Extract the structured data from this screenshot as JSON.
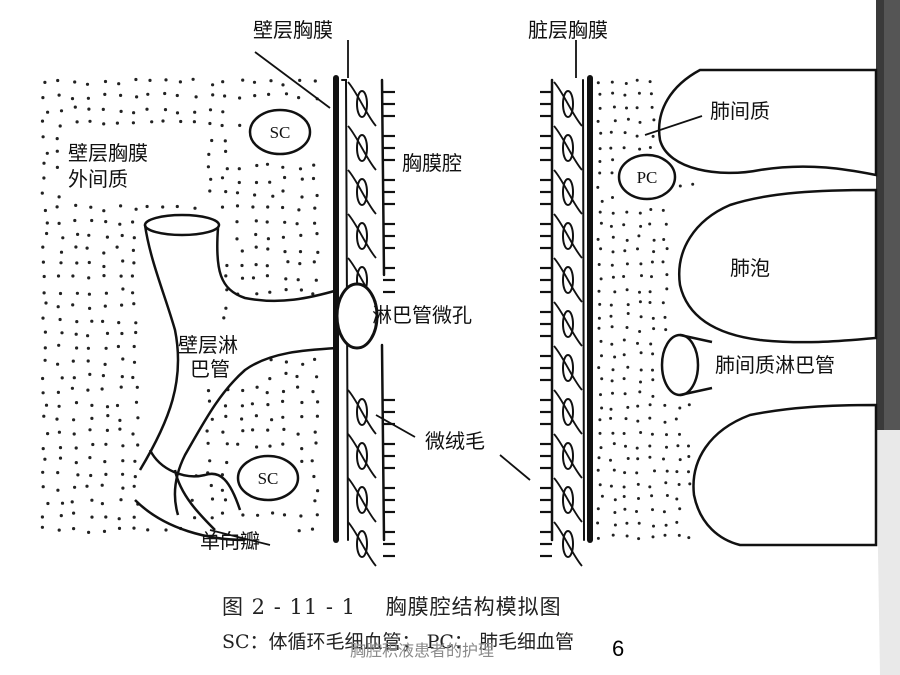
{
  "labels": {
    "parietal_pleura_top": "壁层胸膜",
    "visceral_pleura_top": "脏层胸膜",
    "parietal_interstitium_1": "壁层胸膜",
    "parietal_interstitium_2": "外间质",
    "pleural_cavity": "胸膜腔",
    "lung_interstitium": "肺间质",
    "alveolus": "肺泡",
    "lymph_stoma": "淋巴管微孔",
    "parietal_lymph_1": "壁层淋",
    "parietal_lymph_2": "巴管",
    "interstitial_lymph": "肺间质淋巴管",
    "microvilli": "微绒毛",
    "one_way_valve": "单向瓣",
    "sc_top": "SC",
    "sc_bottom": "SC",
    "pc": "PC"
  },
  "caption": {
    "title": "图 2 - 11 - 1　 胸膜腔结构模拟图",
    "legend": "SC：体循环毛细血管；  PC：  肺毛细血管"
  },
  "footer": {
    "text": "胸腔积液患者的护理",
    "page_number": "6"
  },
  "colors": {
    "ink": "#111111",
    "side_strip": "#3a3a3a"
  }
}
